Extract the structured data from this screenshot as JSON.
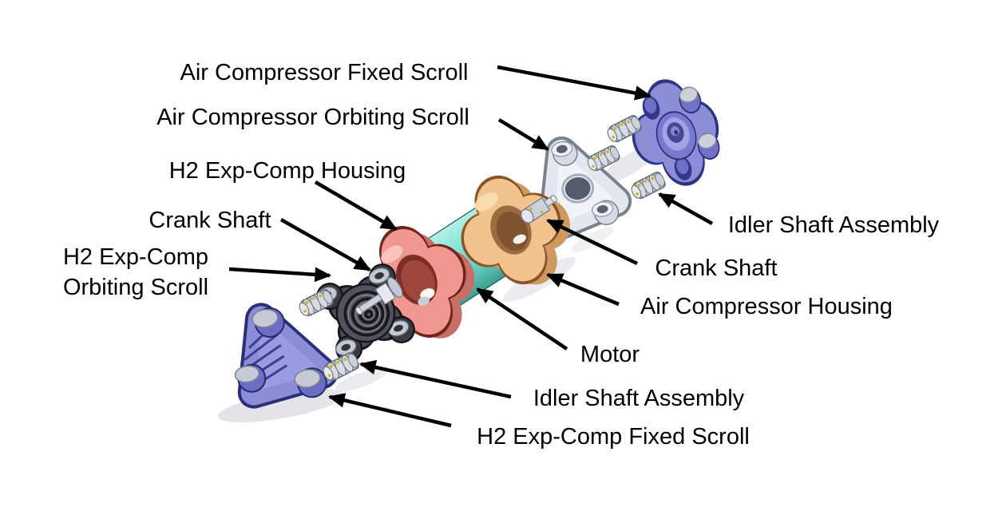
{
  "figure": {
    "background_color": "#ffffff",
    "labels": {
      "air_compressor_fixed_scroll": {
        "text": "Air Compressor Fixed Scroll"
      },
      "air_compressor_orbiting_scroll": {
        "text": "Air Compressor Orbiting Scroll"
      },
      "h2_exp_comp_housing": {
        "text": "H2 Exp-Comp Housing"
      },
      "crank_shaft_left": {
        "text": "Crank Shaft"
      },
      "h2_exp_comp_orbiting_scroll": {
        "line1": "H2 Exp-Comp",
        "line2": "Orbiting Scroll"
      },
      "idler_shaft_assembly_right": {
        "text": "Idler Shaft Assembly"
      },
      "crank_shaft_right": {
        "text": "Crank Shaft"
      },
      "air_compressor_housing": {
        "text": "Air Compressor Housing"
      },
      "motor": {
        "text": "Motor"
      },
      "idler_shaft_assembly_bottom": {
        "text": "Idler Shaft Assembly"
      },
      "h2_exp_comp_fixed_scroll": {
        "text": "H2 Exp-Comp Fixed Scroll"
      }
    },
    "parts": {
      "h2_exp_comp_fixed_scroll": {
        "color": "#8b8ed6"
      },
      "h2_exp_comp_orbiting_scroll": {
        "color": "#4b4b55"
      },
      "h2_exp_comp_housing": {
        "color": "#f0988f"
      },
      "motor": {
        "color": "#7fdfd2"
      },
      "air_compressor_housing": {
        "color": "#f2c38e"
      },
      "air_compressor_orbiting_scroll": {
        "color": "#e3e7ef"
      },
      "air_compressor_fixed_scroll": {
        "color": "#8b8ed6"
      },
      "crank_shaft": {
        "color": "#ccd2dc"
      },
      "idler_shaft_assembly": {
        "color": "#c9cdd7"
      },
      "bearing_dot_color": "#c9b92c",
      "arrow_color": "#000000"
    }
  }
}
